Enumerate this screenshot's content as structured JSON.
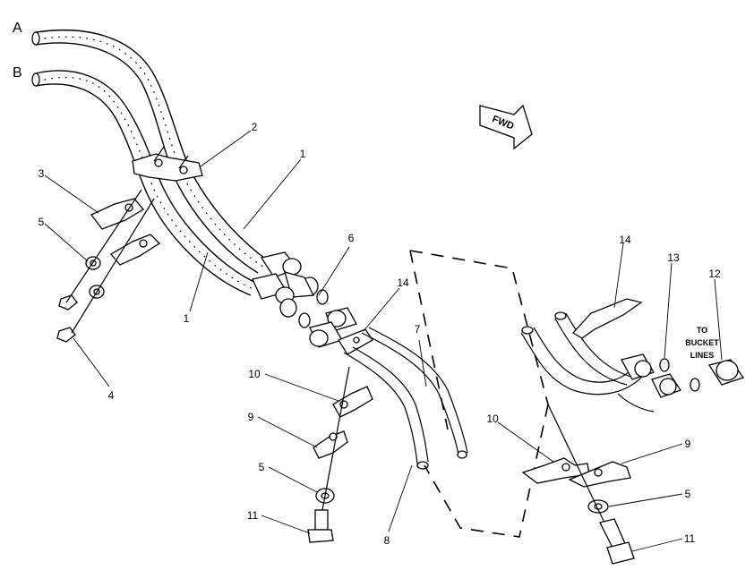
{
  "diagram": {
    "hose_labels": [
      "A",
      "B"
    ],
    "direction_arrow": "FWD",
    "note": {
      "line1": "TO",
      "line2": "BUCKET",
      "line3": "LINES"
    },
    "callouts": [
      "1",
      "1",
      "2",
      "3",
      "4",
      "5",
      "6",
      "14",
      "7",
      "8",
      "10",
      "9",
      "5",
      "11",
      "14",
      "13",
      "12",
      "10",
      "9",
      "5",
      "11"
    ]
  }
}
